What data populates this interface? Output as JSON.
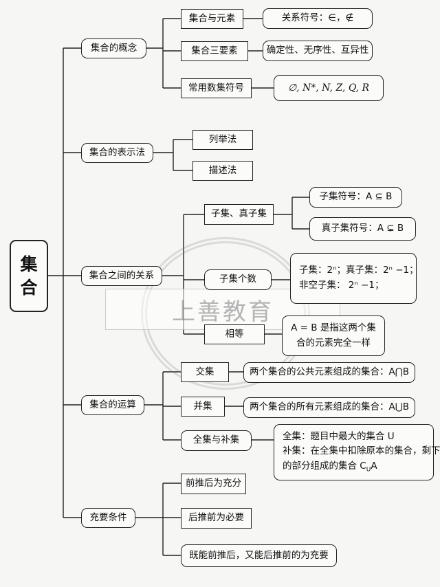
{
  "root": {
    "char1": "集",
    "char2": "合"
  },
  "branches": {
    "concept": {
      "label": "集合的概念",
      "items": [
        {
          "label": "集合与元素",
          "detail": "关系符号：∈，∉"
        },
        {
          "label": "集合三要素",
          "detail": "确定性、无序性、互异性"
        },
        {
          "label": "常用数集符号",
          "detail": "∅, N*, N, Z, Q, R"
        }
      ]
    },
    "representation": {
      "label": "集合的表示法",
      "items": [
        "列举法",
        "描述法"
      ]
    },
    "relations": {
      "label": "集合之间的关系",
      "subset": {
        "label": "子集、真子集",
        "symbol": "子集符号：A ⊆ B",
        "proper_symbol": "真子集符号：A ⊊ B"
      },
      "count": {
        "label": "子集个数",
        "line1": "子集：2ⁿ；真子集：2ⁿ −1；",
        "line2": "非空子集：  2ⁿ −1；"
      },
      "equal": {
        "label": "相等",
        "line1": "A = B 是指这两个集",
        "line2": "合的元素完全一样"
      }
    },
    "operations": {
      "label": "集合的运算",
      "intersection": {
        "label": "交集",
        "detail": "两个集合的公共元素组成的集合：A⋂B"
      },
      "union": {
        "label": "并集",
        "detail": "两个集合的所有元素组成的集合：A⋃B"
      },
      "complement": {
        "label": "全集与补集",
        "line1": "全集：题目中最大的集合 U",
        "line2": "补集：在全集中扣除原本的集合，剩下",
        "line3": "的部分组成的集合 C",
        "line3_sub": "U",
        "line3_end": "A"
      }
    },
    "conditions": {
      "label": "充要条件",
      "items": [
        "前推后为充分",
        "后推前为必要",
        "既能前推后，又能后推前的为充要"
      ]
    }
  },
  "watermark": {
    "text": "上善教育"
  }
}
